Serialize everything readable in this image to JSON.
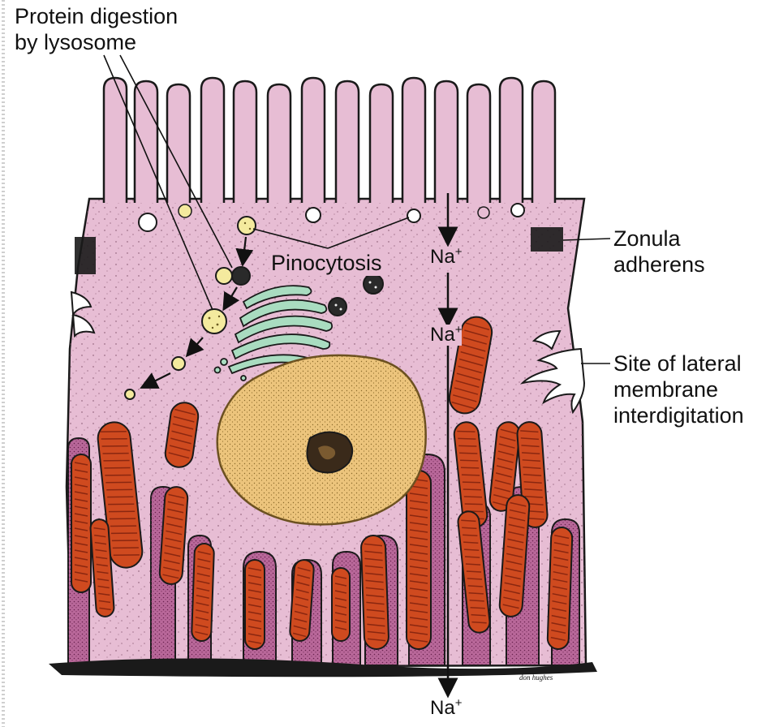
{
  "labels": {
    "protein_digestion_line1": "Protein digestion",
    "protein_digestion_line2": "by lysosome",
    "pinocytosis": "Pinocytosis",
    "zonula_line1": "Zonula",
    "zonula_line2": "adherens",
    "site_line1": "Site of lateral",
    "site_line2": "membrane",
    "site_line3": "interdigitation",
    "na_base": "Na",
    "na_charge": "+",
    "artist_signature": "don hughes"
  },
  "colors": {
    "cytoplasm": "#e7bdd4",
    "cytoplasm_dark": "#c97aa8",
    "basal_fold_dark": "#b9689a",
    "mitochondria": "#cf4a1f",
    "mitochondria_dark": "#8a2710",
    "nucleus": "#ecc47c",
    "golgi": "#a9dcc0",
    "vesicle": "#f4ea9e",
    "outline": "#1a1a1a",
    "line": "#111111",
    "background": "#ffffff"
  }
}
